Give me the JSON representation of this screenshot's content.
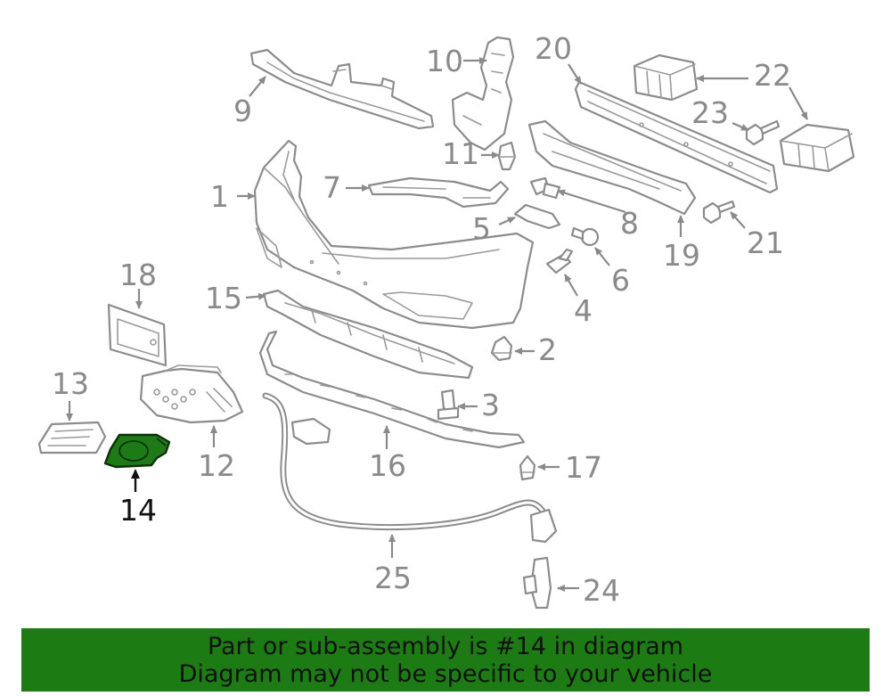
{
  "diagram": {
    "highlight_color": "#1e7a16",
    "callouts": {
      "c1": "1",
      "c2": "2",
      "c3": "3",
      "c4": "4",
      "c5": "5",
      "c6": "6",
      "c7": "7",
      "c8": "8",
      "c9": "9",
      "c10": "10",
      "c11": "11",
      "c12": "12",
      "c13": "13",
      "c14": "14",
      "c15": "15",
      "c16": "16",
      "c17": "17",
      "c18": "18",
      "c19": "19",
      "c20": "20",
      "c21": "21",
      "c22": "22",
      "c23": "23",
      "c24": "24",
      "c25": "25"
    },
    "highlighted_part": "14"
  },
  "banner": {
    "line1": "Part or sub-assembly is #14 in diagram",
    "line2": "Diagram may not be specific to your vehicle",
    "background": "#1c7c13"
  }
}
